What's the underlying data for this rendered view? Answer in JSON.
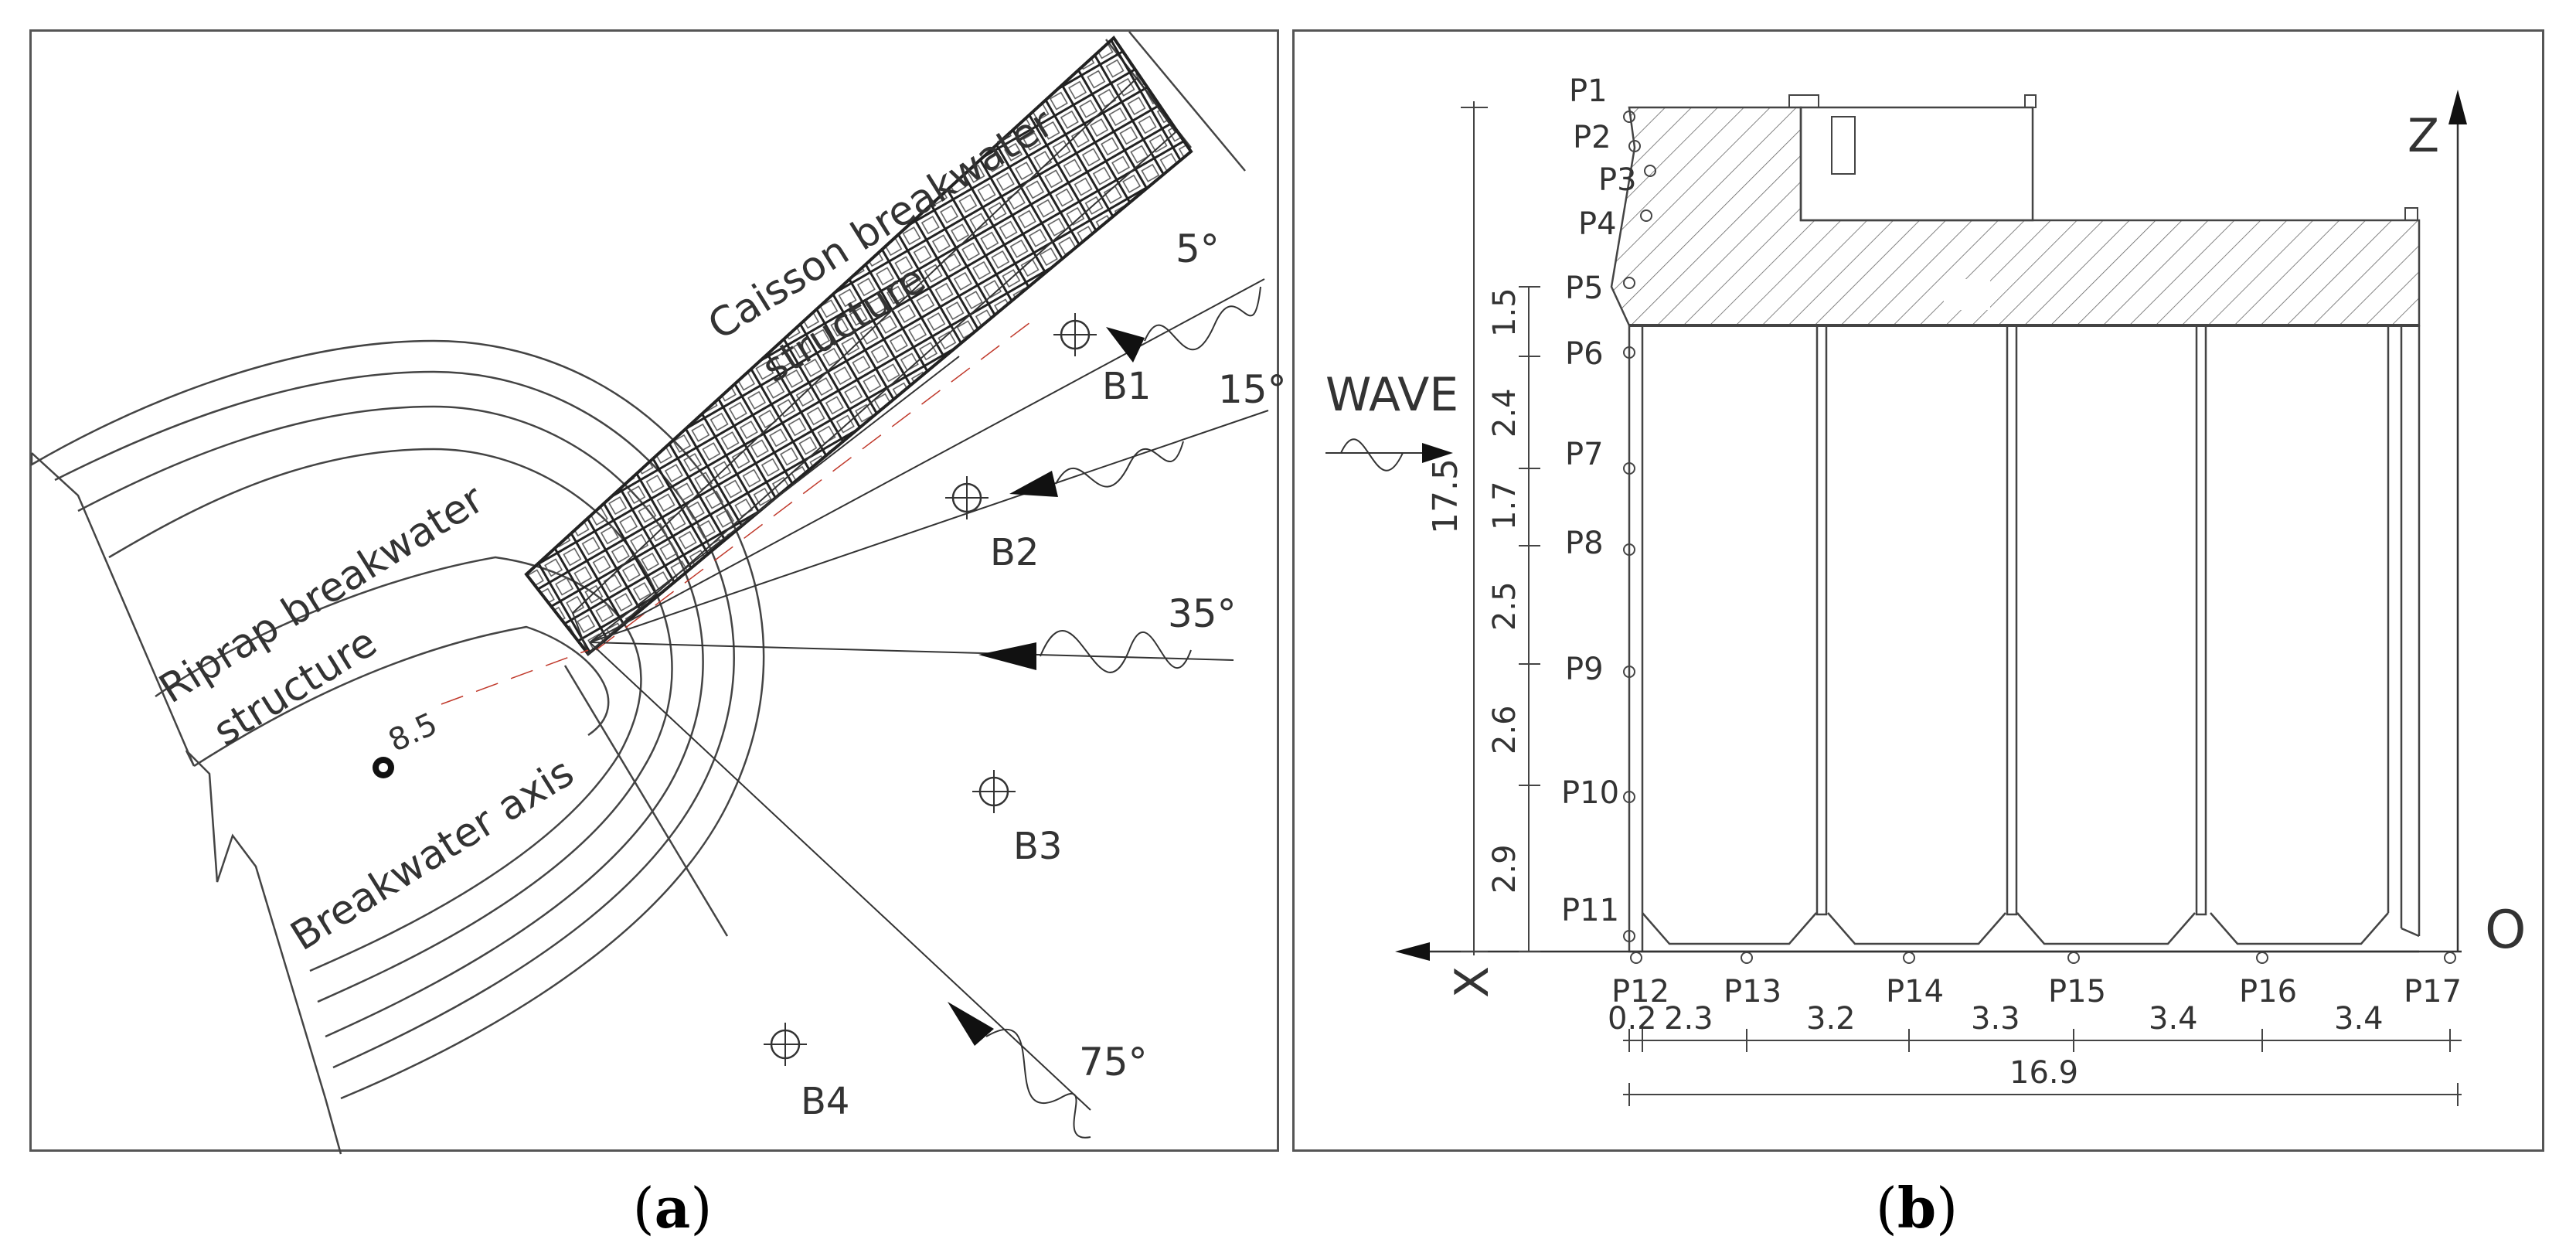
{
  "panel_a": {
    "caption_open": "(",
    "caption_letter": "a",
    "caption_close": ")",
    "label_caisson": "Caisson breakwater",
    "label_caisson_2": "structure",
    "label_riprap": "Riprap breakwater",
    "label_riprap_2": "structure",
    "label_axis": "Breakwater axis",
    "label_depth": "8.5",
    "angles": [
      "5°",
      "15°",
      "35°",
      "75°"
    ],
    "points": [
      "B1",
      "B2",
      "B3",
      "B4"
    ]
  },
  "panel_b": {
    "caption_open": "(",
    "caption_letter": "b",
    "caption_close": ")",
    "wave_label": "WAVE",
    "axis_z": "Z",
    "axis_x": "X",
    "origin": "O",
    "total_height": "17.5",
    "vertical_dims": [
      "1.5",
      "2.4",
      "1.7",
      "2.5",
      "2.6",
      "2.9"
    ],
    "left_points": [
      "P1",
      "P2",
      "P3",
      "P4",
      "P5",
      "P6",
      "P7",
      "P8",
      "P9",
      "P10",
      "P11"
    ],
    "bottom_points": [
      "P12",
      "P13",
      "P14",
      "P15",
      "P16",
      "P17"
    ],
    "horizontal_dims": [
      "0.2",
      "2.3",
      "3.2",
      "3.3",
      "3.4",
      "3.4"
    ],
    "total_width": "16.9"
  }
}
